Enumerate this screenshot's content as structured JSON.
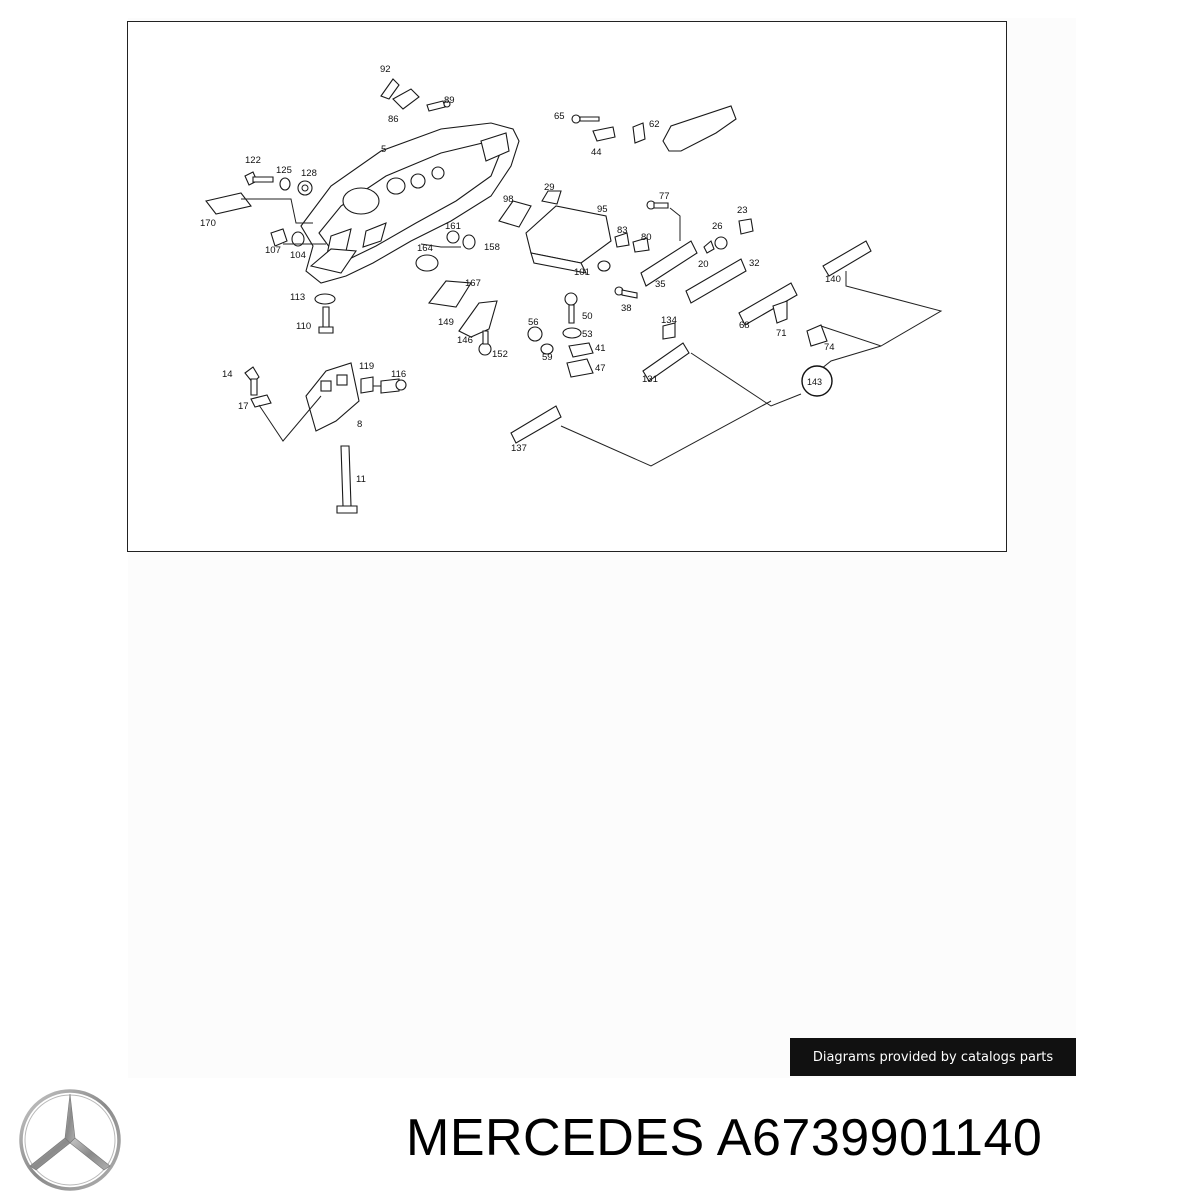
{
  "diagram": {
    "callouts": [
      "92",
      "86",
      "89",
      "65",
      "44",
      "62",
      "5",
      "122",
      "125",
      "128",
      "170",
      "107",
      "104",
      "161",
      "158",
      "164",
      "98",
      "29",
      "95",
      "77",
      "23",
      "83",
      "80",
      "26",
      "20",
      "101",
      "35",
      "32",
      "38",
      "140",
      "113",
      "110",
      "167",
      "149",
      "146",
      "152",
      "56",
      "50",
      "53",
      "59",
      "41",
      "47",
      "134",
      "68",
      "71",
      "74",
      "131",
      "143",
      "14",
      "17",
      "119",
      "116",
      "8",
      "11",
      "137"
    ]
  },
  "credit": {
    "text": "Diagrams provided by catalogs parts"
  },
  "product": {
    "brand": "MERCEDES",
    "part_number": "A6739901140"
  },
  "logo": {
    "icon": "mercedes-star-icon",
    "color": "#8a8a8a"
  }
}
